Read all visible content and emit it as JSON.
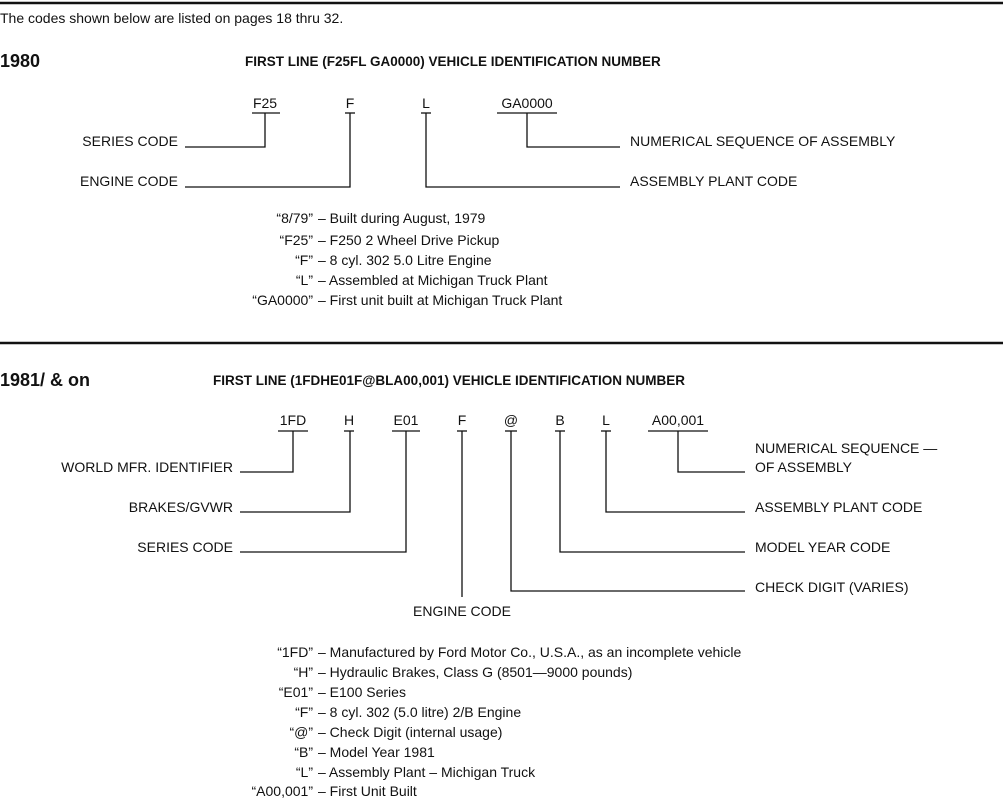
{
  "intro": "The codes shown below are listed on pages 18 thru 32.",
  "section_1980": {
    "year": "1980",
    "title": "FIRST LINE (F25FL GA0000) VEHICLE IDENTIFICATION NUMBER",
    "codes": [
      "F25",
      "F",
      "L",
      "GA0000"
    ],
    "labels": {
      "series": "SERIES CODE",
      "engine": "ENGINE CODE",
      "sequence": "NUMERICAL SEQUENCE OF ASSEMBLY",
      "plant": "ASSEMBLY PLANT CODE"
    },
    "descriptions": [
      {
        "code": "“8/79”",
        "text": "–  Built during August, 1979"
      },
      {
        "code": "“F25”",
        "text": "–  F250 2 Wheel Drive Pickup"
      },
      {
        "code": "“F”",
        "text": "–  8 cyl. 302 5.0 Litre Engine"
      },
      {
        "code": "“L”",
        "text": "–  Assembled at Michigan Truck Plant"
      },
      {
        "code": "“GA0000”",
        "text": "–  First unit built at Michigan Truck Plant"
      }
    ]
  },
  "section_1981": {
    "year": "1981/ & on",
    "title": "FIRST LINE (1FDHE01F@BLA00,001) VEHICLE IDENTIFICATION NUMBER",
    "codes": [
      "1FD",
      "H",
      "E01",
      "F",
      "@",
      "B",
      "L",
      "A00,001"
    ],
    "labels": {
      "wmi": "WORLD MFR. IDENTIFIER",
      "brakes": "BRAKES/GVWR",
      "series": "SERIES CODE",
      "engine": "ENGINE CODE",
      "sequence_1": "NUMERICAL SEQUENCE —",
      "sequence_2": "OF ASSEMBLY",
      "plant": "ASSEMBLY PLANT CODE",
      "model_year": "MODEL YEAR CODE",
      "check": "CHECK DIGIT (VARIES)"
    },
    "descriptions": [
      {
        "code": "“1FD”",
        "text": "–  Manufactured by Ford Motor Co., U.S.A., as an incomplete vehicle"
      },
      {
        "code": "“H”",
        "text": "–  Hydraulic Brakes, Class G (8501—9000 pounds)"
      },
      {
        "code": "“E01”",
        "text": "–  E100 Series"
      },
      {
        "code": "“F”",
        "text": "–  8 cyl. 302 (5.0 litre) 2/B Engine"
      },
      {
        "code": "“@”",
        "text": "–  Check Digit (internal usage)"
      },
      {
        "code": "“B”",
        "text": "–  Model Year 1981"
      },
      {
        "code": "“L”",
        "text": "–  Assembly Plant – Michigan Truck"
      },
      {
        "code": "“A00,001”",
        "text": "–  First Unit Built"
      }
    ]
  }
}
